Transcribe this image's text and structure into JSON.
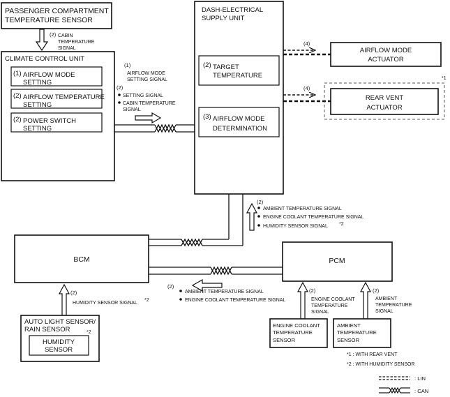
{
  "passenger_sensor": {
    "line1": "PASSENGER COMPARTMENT",
    "line2": "TEMPERATURE SENSOR"
  },
  "cabin_temp_signal": {
    "num": "(2)",
    "line1": "CABIN",
    "line2": "TEMPERATURE",
    "line3": "SIGNAL"
  },
  "climate_control": {
    "title": "CLIMATE CONTROL UNIT",
    "airflow_mode": {
      "num": "(1)",
      "line1": "AIRFLOW MODE",
      "line2": "SETTING"
    },
    "airflow_temp": {
      "num": "(2)",
      "line1": "AIRFLOW TEMPERATURE",
      "line2": "SETTING"
    },
    "power_switch": {
      "num": "(2)",
      "line1": "POWER SWITCH",
      "line2": "SETTING"
    }
  },
  "ccu_signals": {
    "num1": "(1)",
    "airflow_l1": "AIRFLOW MODE",
    "airflow_l2": "SETTING SIGNAL",
    "num2": "(2)",
    "setting": "SETTING SIGNAL",
    "cabin_l1": "CABIN TEMPERATURE",
    "cabin_l2": "SIGNAL"
  },
  "dash_unit": {
    "line1": "DASH-ELECTRICAL",
    "line2": "SUPPLY UNIT",
    "target": {
      "num": "(2)",
      "line1": "TARGET",
      "line2": "TEMPERATURE"
    },
    "airflow_det": {
      "num": "(3)",
      "line1": "AIRFLOW MODE",
      "line2": "DETERMINATION"
    }
  },
  "lin_labels": {
    "upper": "(4)",
    "lower": "(4)"
  },
  "airflow_actuator": {
    "line1": "AIRFLOW MODE",
    "line2": "ACTUATOR"
  },
  "rear_vent_actuator": {
    "line1": "REAR VENT",
    "line2": "ACTUATOR",
    "note": "*1"
  },
  "dash_down_signals": {
    "num": "(2)",
    "ambient": "AMBIENT TEMPERATURE SIGNAL",
    "coolant": "ENGINE COOLANT TEMPERATURE SIGNAL",
    "humidity": "HUMIDITY SENSOR SIGNAL",
    "humidity_note": "*2"
  },
  "bcm": {
    "label": "BCM"
  },
  "pcm": {
    "label": "PCM"
  },
  "pcm_bcm_signals": {
    "num": "(2)",
    "ambient": "AMBIENT TEMPERATURE SIGNAL",
    "coolant": "ENGINE COOLANT TEMPERATURE SIGNAL"
  },
  "bcm_up_signal": {
    "num": "(2)",
    "text": "HUMIDITY SENSOR SIGNAL",
    "note": "*2"
  },
  "auto_light_sensor": {
    "line1": "AUTO LIGHT SENSOR/",
    "line2": "RAIN SENSOR",
    "note": "*2",
    "humidity_l1": "HUMIDITY",
    "humidity_l2": "SENSOR"
  },
  "coolant_sensor": {
    "line1": "ENGINE COOLANT",
    "line2": "TEMPERATURE",
    "line3": "SENSOR"
  },
  "coolant_signal": {
    "num": "(2)",
    "line1": "ENGINE COOLANT",
    "line2": "TEMPERATURE",
    "line3": "SIGNAL"
  },
  "ambient_sensor": {
    "line1": "AMBIENT",
    "line2": "TEMPERATURE",
    "line3": "SENSOR"
  },
  "ambient_signal": {
    "num": "(2)",
    "line1": "AMBIENT",
    "line2": "TEMPERATURE",
    "line3": "SIGNAL"
  },
  "notes": {
    "rear_vent": "*1 : WITH REAR VENT",
    "humidity": "*2 : WITH HUMIDITY SENSOR"
  },
  "legend": {
    "lin": ": LIN",
    "can": ": CAN"
  }
}
